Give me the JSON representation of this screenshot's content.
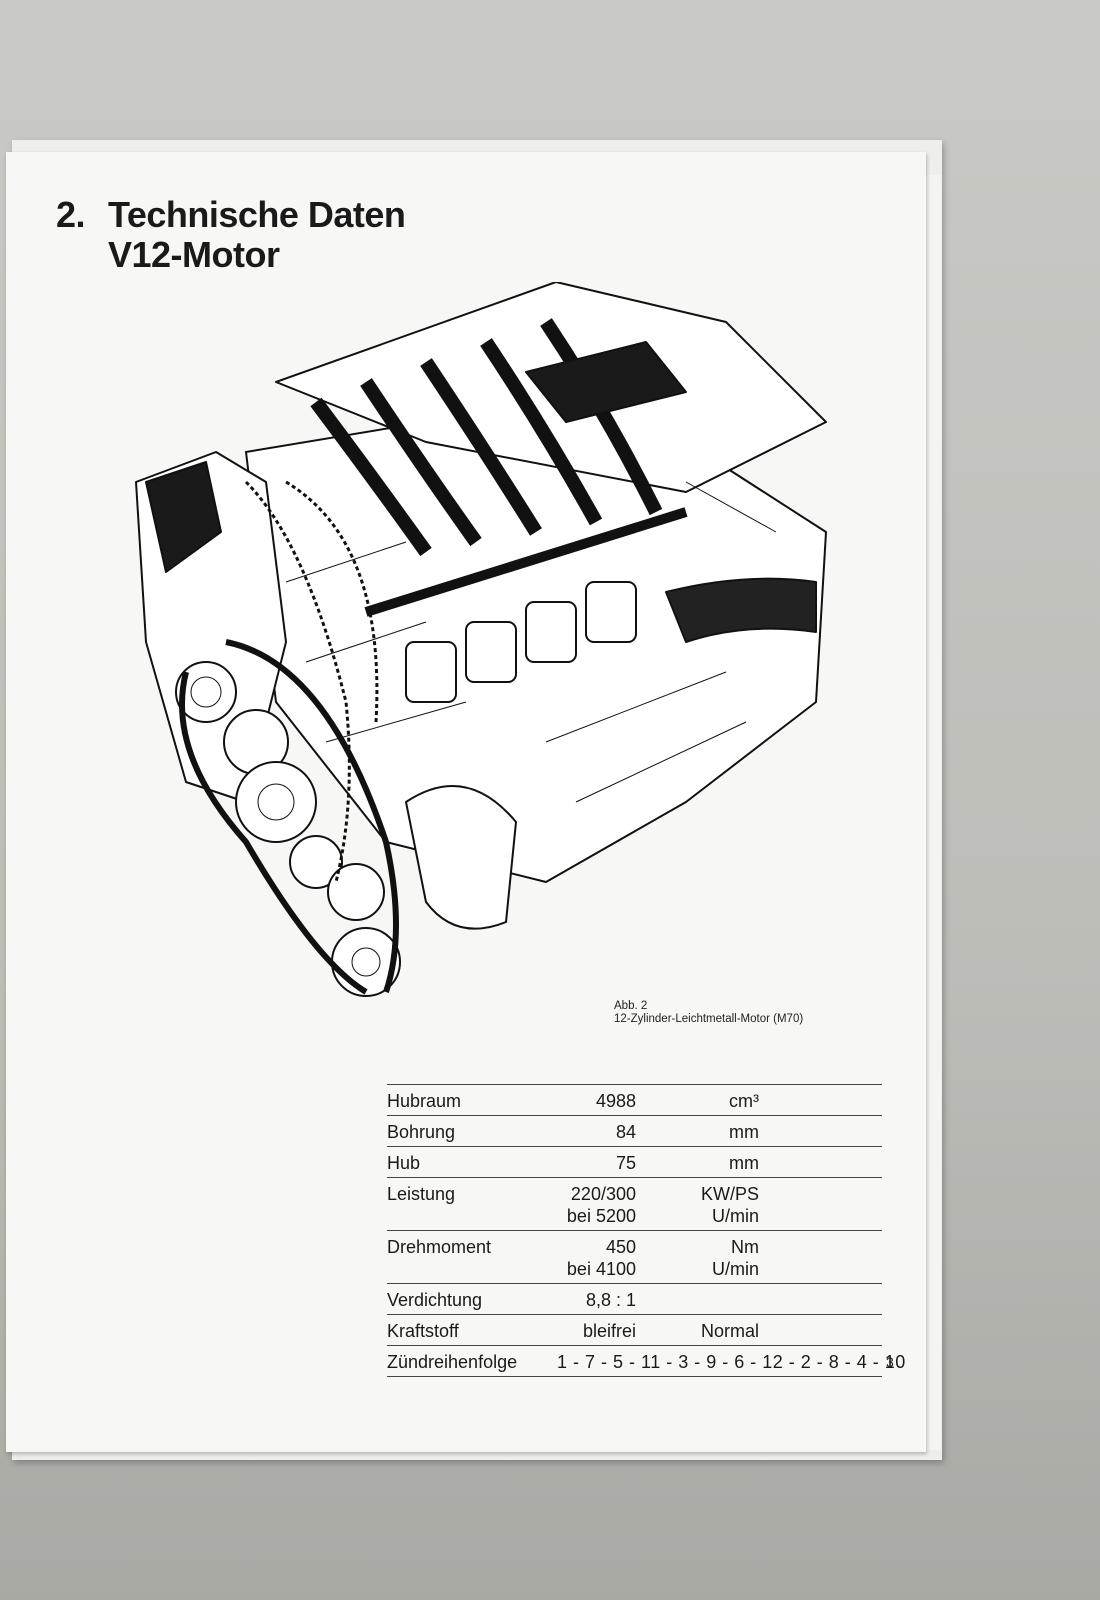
{
  "heading": {
    "number": "2.",
    "line1": "Technische Daten",
    "line2": "V12-Motor"
  },
  "figure": {
    "label": "Abb. 2",
    "caption": "12-Zylinder-Leichtmetall-Motor (M70)"
  },
  "specs": [
    {
      "label": "Hubraum",
      "value": "4988",
      "unit": "cm³"
    },
    {
      "label": "Bohrung",
      "value": "84",
      "unit": "mm"
    },
    {
      "label": "Hub",
      "value": "75",
      "unit": "mm"
    },
    {
      "label": "Leistung",
      "value": "220/300",
      "unit": "KW/PS",
      "value2": "bei 5200",
      "unit2": "U/min"
    },
    {
      "label": "Drehmoment",
      "value": "450",
      "unit": "Nm",
      "value2": "bei 4100",
      "unit2": "U/min"
    },
    {
      "label": "Verdichtung",
      "value": "8,8 : 1"
    },
    {
      "label": "Kraftstoff",
      "value": "bleifrei",
      "unit": "Normal"
    },
    {
      "label": "Zündreihenfolge",
      "value": "1 - 7 - 5 - 11 - 3 - 9 - 6 - 12 - 2 - 8 - 4 - 10"
    }
  ],
  "page_number": "3"
}
